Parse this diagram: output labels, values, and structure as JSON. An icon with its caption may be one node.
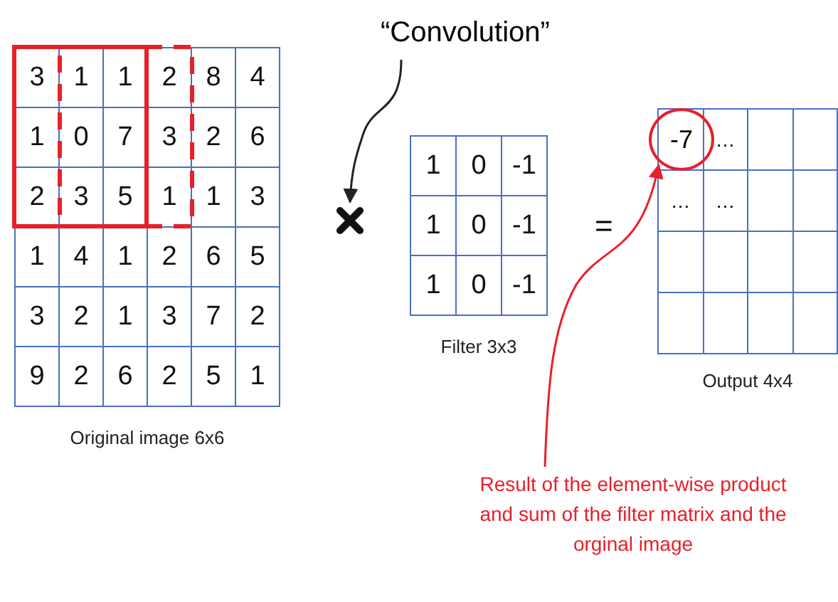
{
  "diagram": {
    "nodes": [
      {
        "text": [
          "“Convolution”"
        ]
      },
      {
        "text": [],
        "shape": "cross"
      },
      {
        "text": [
          "-7"
        ]
      },
      {
        "text": [
          "Result of the element-wise product and sum of the filter matrix and the orginal image"
        ]
      }
    ],
    "edges": [
      {
        "from": 0,
        "to": 1,
        "arrow": "to",
        "color": "#222222"
      },
      {
        "from": 3,
        "to": 2,
        "arrow": "to",
        "color": "#e8202a"
      }
    ],
    "labels": [
      "3",
      "1",
      "1",
      "2",
      "8",
      "4",
      "1",
      "0",
      "7",
      "3",
      "2",
      "6",
      "2",
      "3",
      "5",
      "1",
      "1",
      "3",
      "1",
      "4",
      "1",
      "2",
      "6",
      "5",
      "3",
      "2",
      "1",
      "3",
      "7",
      "2",
      "9",
      "2",
      "6",
      "2",
      "5",
      "1",
      "Original image 6x6",
      "1",
      "0",
      "-1",
      "1",
      "0",
      "-1",
      "1",
      "0",
      "-1",
      "Filter 3x3",
      "=",
      "…",
      "…",
      "…",
      "Output 4x4"
    ]
  }
}
